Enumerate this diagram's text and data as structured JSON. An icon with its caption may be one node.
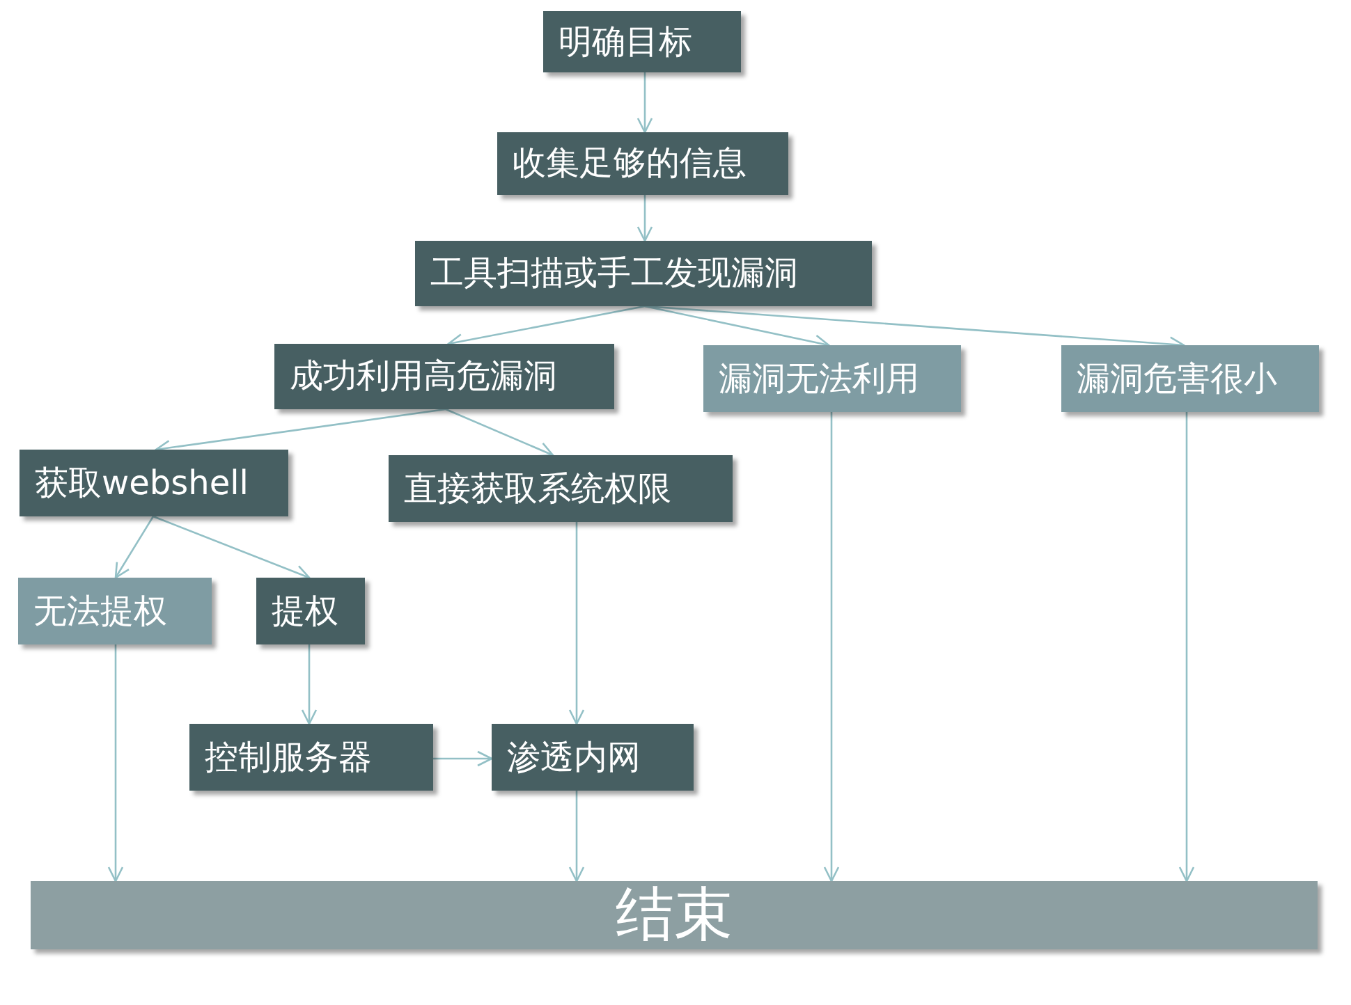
{
  "diagram": {
    "nodes": [
      {
        "text": [
          "明确目标"
        ]
      },
      {
        "text": [
          "收集足够的信息"
        ]
      },
      {
        "text": [
          "工具扫描或手工发现漏洞"
        ]
      },
      {
        "text": [
          "成功利用高危漏洞"
        ]
      },
      {
        "text": [
          "漏洞无法利用"
        ]
      },
      {
        "text": [
          "漏洞危害很小"
        ]
      },
      {
        "text": [
          "获取webshell"
        ]
      },
      {
        "text": [
          "直接获取系统权限"
        ]
      },
      {
        "text": [
          "无法提权"
        ]
      },
      {
        "text": [
          "提权"
        ]
      },
      {
        "text": [
          "控制服务器"
        ]
      },
      {
        "text": [
          "渗透内网"
        ]
      },
      {
        "text": [
          "结束"
        ]
      }
    ],
    "edges": [
      {
        "from": 0,
        "to": 1,
        "arrow": "to"
      },
      {
        "from": 1,
        "to": 2,
        "arrow": "to"
      },
      {
        "from": 2,
        "to": 3,
        "arrow": "to"
      },
      {
        "from": 2,
        "to": 4,
        "arrow": "to"
      },
      {
        "from": 2,
        "to": 5,
        "arrow": "to"
      },
      {
        "from": 3,
        "to": 6,
        "arrow": "to"
      },
      {
        "from": 3,
        "to": 7,
        "arrow": "to"
      },
      {
        "from": 6,
        "to": 8,
        "arrow": "to"
      },
      {
        "from": 6,
        "to": 9,
        "arrow": "to"
      },
      {
        "from": 9,
        "to": 10,
        "arrow": "to"
      },
      {
        "from": 7,
        "to": 11,
        "arrow": "to"
      },
      {
        "from": 10,
        "to": 11,
        "arrow": "to"
      },
      {
        "from": 8,
        "to": 12,
        "arrow": "to"
      },
      {
        "from": 11,
        "to": 12,
        "arrow": "to"
      },
      {
        "from": 4,
        "to": 12,
        "arrow": "to"
      },
      {
        "from": 5,
        "to": 12,
        "arrow": "to"
      }
    ]
  }
}
